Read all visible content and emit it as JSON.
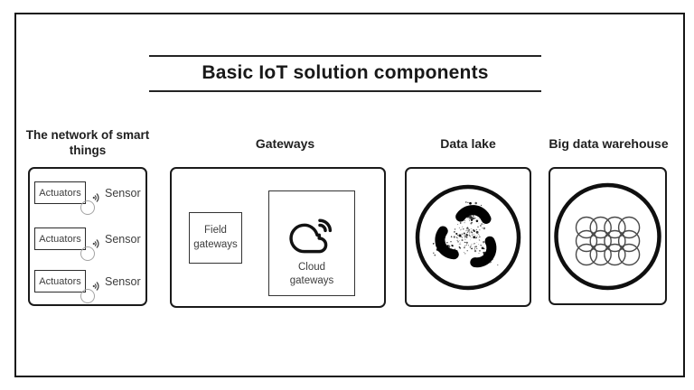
{
  "title": {
    "text": "Basic IoT solution components"
  },
  "sections": {
    "network": {
      "heading": "The network of smart things",
      "rows": [
        {
          "actuators": "Actuators",
          "sensor": "Sensor"
        },
        {
          "actuators": "Actuators",
          "sensor": "Sensor"
        },
        {
          "actuators": "Actuators",
          "sensor": "Sensor"
        }
      ]
    },
    "gateways": {
      "heading": "Gateways",
      "field": "Field gateways",
      "cloud": "Cloud gateways"
    },
    "data_lake": {
      "heading": "Data lake"
    },
    "warehouse": {
      "heading": "Big data warehouse"
    }
  },
  "icons": {
    "sensor_signal": "wifi-signal-icon",
    "cloud_gateway": "cloud-signal-icon",
    "data_lake": "splatter-swirl-icon",
    "warehouse": "bubble-grid-icon"
  },
  "colors": {
    "ink": "#1a1a1a",
    "label_text": "#3d3d3d",
    "light_circle": "#a3a3a3",
    "background": "#ffffff"
  }
}
